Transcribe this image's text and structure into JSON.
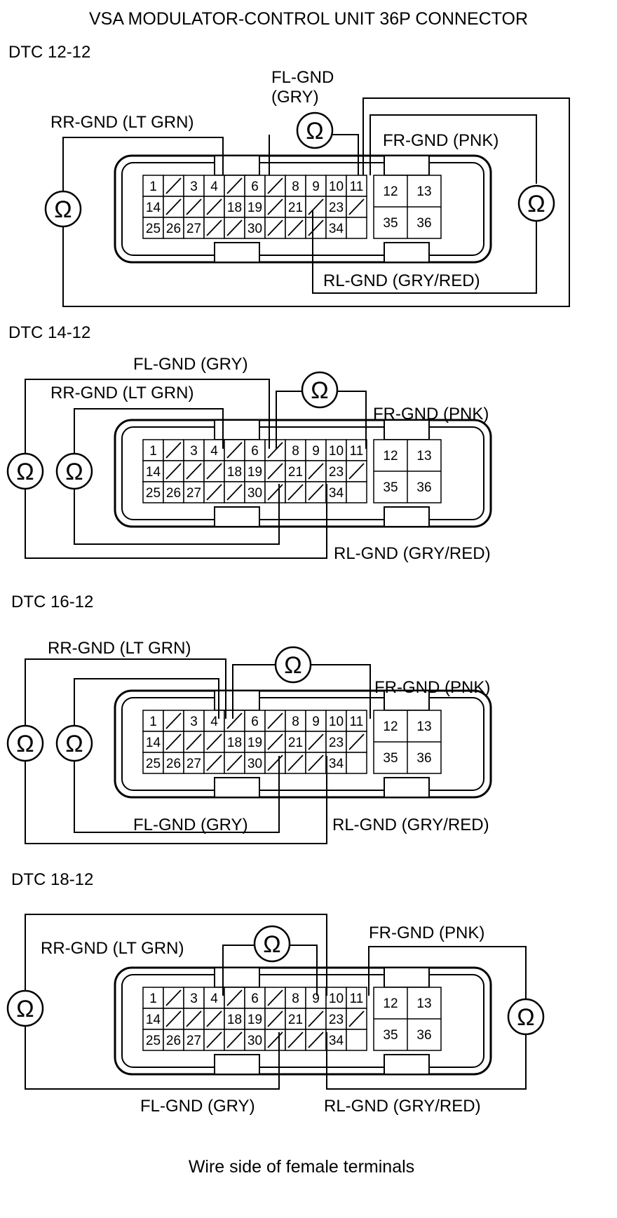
{
  "title": "VSA MODULATOR-CONTROL UNIT 36P CONNECTOR",
  "footer": "Wire side of female terminals",
  "ohm_symbol": "Ω",
  "pins": {
    "1": "1",
    "3": "3",
    "4": "4",
    "6": "6",
    "8": "8",
    "9": "9",
    "10": "10",
    "11": "11",
    "12": "12",
    "13": "13",
    "14": "14",
    "18": "18",
    "19": "19",
    "21": "21",
    "23": "23",
    "25": "25",
    "26": "26",
    "27": "27",
    "30": "30",
    "34": "34",
    "35": "35",
    "36": "36"
  },
  "sections": [
    {
      "dtc": "DTC 12-12",
      "fl_line1": "FL-GND",
      "fl_line2": "(GRY)",
      "rr": "RR-GND (LT GRN)",
      "fr": "FR-GND (PNK)",
      "rl": "RL-GND (GRY/RED)"
    },
    {
      "dtc": "DTC 14-12",
      "fl": "FL-GND (GRY)",
      "rr": "RR-GND (LT GRN)",
      "fr": "FR-GND (PNK)",
      "rl": "RL-GND (GRY/RED)"
    },
    {
      "dtc": "DTC 16-12",
      "rr": "RR-GND (LT GRN)",
      "fr": "FR-GND (PNK)",
      "fl": "FL-GND (GRY)",
      "rl": "RL-GND (GRY/RED)"
    },
    {
      "dtc": "DTC 18-12",
      "rr": "RR-GND (LT GRN)",
      "fr": "FR-GND (PNK)",
      "fl": "FL-GND (GRY)",
      "rl": "RL-GND (GRY/RED)"
    }
  ]
}
